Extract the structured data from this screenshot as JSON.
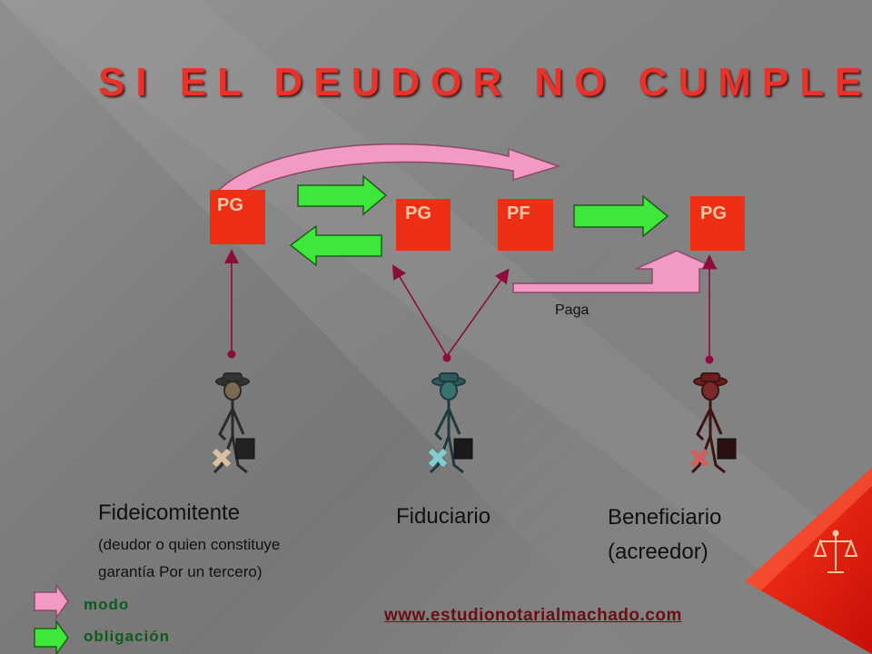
{
  "slide": {
    "title": "SI EL DEUDOR NO CUMPLE",
    "boxes": [
      {
        "label": "PG"
      },
      {
        "label": "PG"
      },
      {
        "label": "PF"
      },
      {
        "label": "PG"
      }
    ],
    "paga_label": "Paga",
    "parties": {
      "fideicomitente": {
        "name": "Fideicomitente",
        "note_line1": "(deudor o quien  constituye",
        "note_line2": "garantía Por un tercero)"
      },
      "fiduciario": {
        "name": "Fiduciario"
      },
      "beneficiario": {
        "name_line1": "Beneficiario",
        "name_line2": "(acreedor)"
      }
    },
    "legend": {
      "modo": "modo",
      "obligacion": "obligación"
    },
    "website": "www.estudionotarialmachado.com",
    "colors": {
      "title": "#e8322a",
      "box": "#ec2f15",
      "obligation_arrow": "#3ee83a",
      "mode_arrow": "#f29ac4",
      "connector": "#8b0d3e",
      "corner": "#e01a0f"
    },
    "icons": [
      "person-with-briefcase-icon",
      "scales-of-justice-icon"
    ]
  }
}
